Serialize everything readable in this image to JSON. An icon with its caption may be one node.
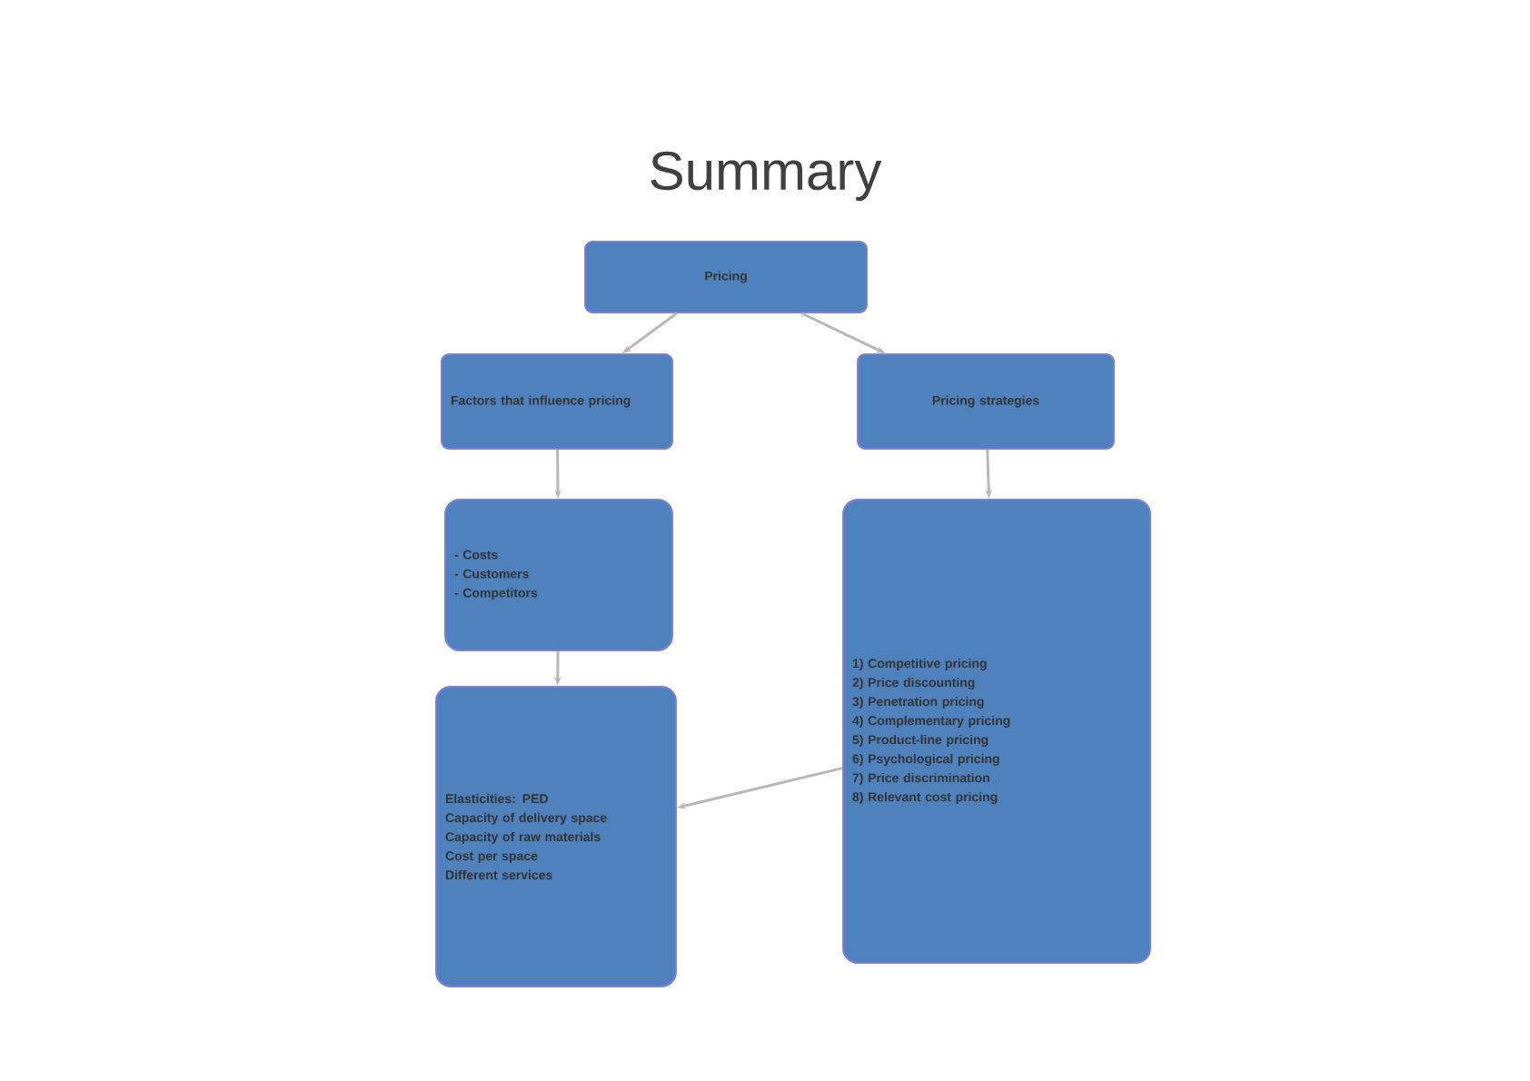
{
  "diagram": {
    "title": "Summary",
    "nodes": [
      {
        "text": [
          "Pricing"
        ]
      },
      {
        "text": [
          "Factors that influence pricing"
        ]
      },
      {
        "text": [
          "Pricing strategies"
        ]
      },
      {
        "text": [
          "- Costs",
          "- Customers",
          "- Competitors"
        ]
      },
      {
        "text": [
          "Elasticities: PED",
          "Capacity of delivery space",
          "Capacity of raw materials",
          "Cost per space",
          "Different services"
        ]
      },
      {
        "text": [
          "1) Competitive pricing",
          "2) Price discounting",
          "3) Penetration pricing",
          "4) Complementary pricing",
          "5) Product-line pricing",
          "6) Psychological pricing",
          "7) Price discrimination",
          "8) Relevant cost pricing"
        ]
      }
    ],
    "edges": [
      {
        "from": 0,
        "to": 1,
        "arrow": "to"
      },
      {
        "from": 0,
        "to": 2,
        "arrow": "to"
      },
      {
        "from": 1,
        "to": 3,
        "arrow": "to"
      },
      {
        "from": 3,
        "to": 4,
        "arrow": "to"
      },
      {
        "from": 2,
        "to": 5,
        "arrow": "to"
      },
      {
        "from": 5,
        "to": 4,
        "arrow": "to"
      }
    ]
  }
}
